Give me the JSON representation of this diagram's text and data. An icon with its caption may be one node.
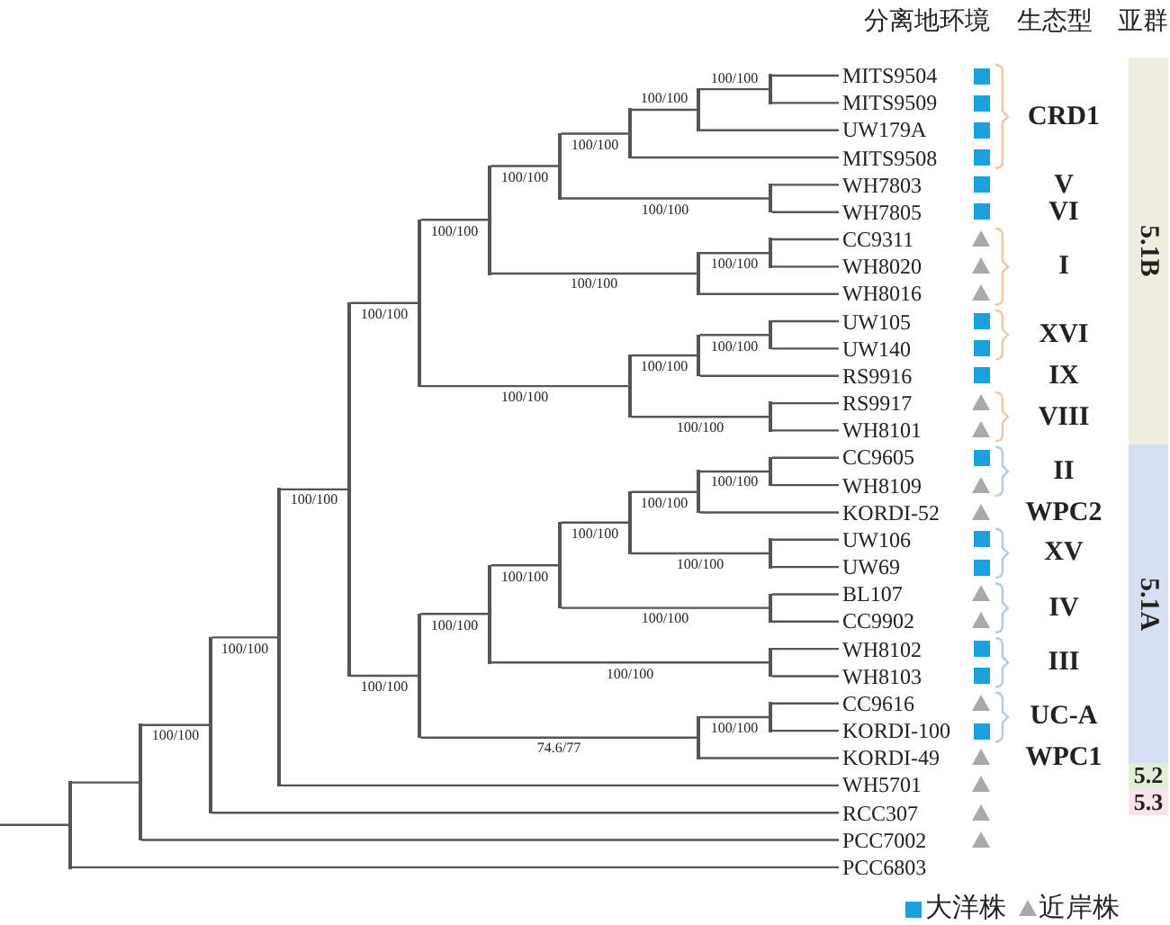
{
  "diagram": {
    "nodes": [
      {
        "text": [
          "MITS9504"
        ]
      },
      {
        "text": [
          "MITS9509"
        ]
      },
      {
        "text": [
          "UW179A"
        ]
      },
      {
        "text": [
          "MITS9508"
        ]
      },
      {
        "text": [
          "WH7803"
        ]
      },
      {
        "text": [
          "WH7805"
        ]
      },
      {
        "text": [
          "CC9311"
        ]
      },
      {
        "text": [
          "WH8020"
        ]
      },
      {
        "text": [
          "WH8016"
        ]
      },
      {
        "text": [
          "UW105"
        ]
      },
      {
        "text": [
          "UW140"
        ]
      },
      {
        "text": [
          "RS9916"
        ]
      },
      {
        "text": [
          "RS9917"
        ]
      },
      {
        "text": [
          "WH8101"
        ]
      },
      {
        "text": [
          "CC9605"
        ]
      },
      {
        "text": [
          "WH8109"
        ]
      },
      {
        "text": [
          "KORDI-52"
        ]
      },
      {
        "text": [
          "UW106"
        ]
      },
      {
        "text": [
          "UW69"
        ]
      },
      {
        "text": [
          "BL107"
        ]
      },
      {
        "text": [
          "CC9902"
        ]
      },
      {
        "text": [
          "WH8102"
        ]
      },
      {
        "text": [
          "WH8103"
        ]
      },
      {
        "text": [
          "CC9616"
        ]
      },
      {
        "text": [
          "KORDI-100"
        ]
      },
      {
        "text": [
          "KORDI-49"
        ]
      },
      {
        "text": [
          "WH5701"
        ]
      },
      {
        "text": [
          "RCC307"
        ]
      },
      {
        "text": [
          "PCC7002"
        ]
      },
      {
        "text": [
          "PCC6803"
        ]
      },
      {
        "text": [],
        "shape": "bar",
        "beside": [
          "100/100"
        ]
      },
      {
        "text": [],
        "shape": "bar",
        "beside": [
          "100/100"
        ]
      },
      {
        "text": [],
        "shape": "bar",
        "beside": [
          "100/100"
        ]
      },
      {
        "text": [],
        "shape": "bar"
      },
      {
        "text": [],
        "shape": "bar",
        "beside": [
          "100/100"
        ]
      },
      {
        "text": [],
        "shape": "bar",
        "beside": [
          "100/100"
        ]
      },
      {
        "text": [],
        "shape": "bar"
      },
      {
        "text": [],
        "shape": "bar",
        "beside": [
          "100/100"
        ]
      },
      {
        "text": [],
        "shape": "bar",
        "beside": [
          "100/100"
        ]
      },
      {
        "text": [],
        "shape": "bar",
        "beside": [
          "100/100"
        ]
      },
      {
        "text": [],
        "shape": "bar",
        "beside": [
          "100/100"
        ]
      },
      {
        "text": [],
        "shape": "bar"
      },
      {
        "text": [],
        "shape": "bar",
        "beside": [
          "100/100"
        ]
      },
      {
        "text": [],
        "shape": "bar",
        "beside": [
          "100/100"
        ]
      },
      {
        "text": [],
        "shape": "bar",
        "beside": [
          "100/100"
        ]
      },
      {
        "text": [],
        "shape": "bar",
        "beside": [
          "100/100"
        ]
      },
      {
        "text": [],
        "shape": "bar",
        "beside": [
          "100/100"
        ]
      },
      {
        "text": [],
        "shape": "bar"
      },
      {
        "text": [],
        "shape": "bar",
        "beside": [
          "100/100"
        ]
      },
      {
        "text": [],
        "shape": "bar"
      },
      {
        "text": [],
        "shape": "bar",
        "beside": [
          "100/100"
        ]
      },
      {
        "text": [],
        "shape": "bar",
        "beside": [
          "100/100"
        ]
      },
      {
        "text": [],
        "shape": "bar"
      },
      {
        "text": [],
        "shape": "bar",
        "beside": [
          "100/100"
        ]
      },
      {
        "text": [],
        "shape": "bar",
        "beside": [
          "100/100"
        ]
      },
      {
        "text": [],
        "shape": "bar",
        "beside": [
          "100/100"
        ]
      },
      {
        "text": [],
        "shape": "bar",
        "beside": [
          "100/100"
        ]
      },
      {
        "text": [],
        "shape": "bar"
      },
      {
        "text": [],
        "shape": "bar"
      },
      {
        "text": [
          "5.1B"
        ]
      },
      {
        "text": [
          "5.1A"
        ]
      },
      {
        "text": [
          "5.2"
        ]
      },
      {
        "text": [
          "5.3"
        ]
      }
    ],
    "edges": [
      {
        "from": 30,
        "to": 0,
        "arrow": "none"
      },
      {
        "from": 30,
        "to": 1,
        "arrow": "none"
      },
      {
        "from": 31,
        "to": 30,
        "arrow": "none"
      },
      {
        "from": 31,
        "to": 2,
        "arrow": "none"
      },
      {
        "from": 32,
        "to": 31,
        "arrow": "none"
      },
      {
        "from": 32,
        "to": 3,
        "arrow": "none"
      },
      {
        "from": 33,
        "to": 4,
        "arrow": "none"
      },
      {
        "from": 33,
        "to": 5,
        "arrow": "none"
      },
      {
        "from": 34,
        "to": 32,
        "arrow": "none"
      },
      {
        "from": 34,
        "to": 33,
        "arrow": "none"
      },
      {
        "from": 35,
        "to": 6,
        "arrow": "none"
      },
      {
        "from": 35,
        "to": 7,
        "arrow": "none"
      },
      {
        "from": 36,
        "to": 35,
        "arrow": "none"
      },
      {
        "from": 36,
        "to": 8,
        "arrow": "none"
      },
      {
        "from": 37,
        "to": 34,
        "arrow": "none"
      },
      {
        "from": 37,
        "to": 36,
        "arrow": "none"
      },
      {
        "from": 38,
        "to": 9,
        "arrow": "none"
      },
      {
        "from": 38,
        "to": 10,
        "arrow": "none"
      },
      {
        "from": 39,
        "to": 38,
        "arrow": "none"
      },
      {
        "from": 39,
        "to": 11,
        "arrow": "none"
      },
      {
        "from": 40,
        "to": 12,
        "arrow": "none"
      },
      {
        "from": 40,
        "to": 13,
        "arrow": "none"
      },
      {
        "from": 41,
        "to": 39,
        "arrow": "none"
      },
      {
        "from": 41,
        "to": 40,
        "arrow": "none"
      },
      {
        "from": 42,
        "to": 37,
        "arrow": "none"
      },
      {
        "from": 42,
        "to": 41,
        "arrow": "none"
      },
      {
        "from": 43,
        "to": 14,
        "arrow": "none"
      },
      {
        "from": 43,
        "to": 15,
        "arrow": "none"
      },
      {
        "from": 44,
        "to": 43,
        "arrow": "none"
      },
      {
        "from": 44,
        "to": 16,
        "arrow": "none"
      },
      {
        "from": 45,
        "to": 17,
        "arrow": "none"
      },
      {
        "from": 45,
        "to": 18,
        "arrow": "none"
      },
      {
        "from": 46,
        "to": 44,
        "arrow": "none"
      },
      {
        "from": 46,
        "to": 45,
        "arrow": "none"
      },
      {
        "from": 47,
        "to": 19,
        "arrow": "none"
      },
      {
        "from": 47,
        "to": 20,
        "arrow": "none"
      },
      {
        "from": 48,
        "to": 46,
        "arrow": "none"
      },
      {
        "from": 48,
        "to": 47,
        "arrow": "none"
      },
      {
        "from": 49,
        "to": 21,
        "arrow": "none"
      },
      {
        "from": 49,
        "to": 22,
        "arrow": "none"
      },
      {
        "from": 50,
        "to": 48,
        "arrow": "none"
      },
      {
        "from": 50,
        "to": 49,
        "arrow": "none"
      },
      {
        "from": 51,
        "to": 23,
        "arrow": "none"
      },
      {
        "from": 51,
        "to": 24,
        "arrow": "none"
      },
      {
        "from": 52,
        "to": 51,
        "arrow": "none"
      },
      {
        "from": 52,
        "to": 25,
        "arrow": "none"
      },
      {
        "from": 53,
        "to": 50,
        "arrow": "none"
      },
      {
        "from": 53,
        "to": 52,
        "arrow": "none"
      },
      {
        "from": 54,
        "to": 42,
        "arrow": "none"
      },
      {
        "from": 54,
        "to": 53,
        "arrow": "none"
      },
      {
        "from": 55,
        "to": 54,
        "arrow": "none"
      },
      {
        "from": 55,
        "to": 26,
        "arrow": "none"
      },
      {
        "from": 56,
        "to": 55,
        "arrow": "none"
      },
      {
        "from": 56,
        "to": 27,
        "arrow": "none"
      },
      {
        "from": 58,
        "to": 56,
        "arrow": "none"
      },
      {
        "from": 58,
        "to": 28,
        "arrow": "none"
      },
      {
        "from": 57,
        "to": 58,
        "arrow": "none"
      },
      {
        "from": 57,
        "to": 29,
        "arrow": "none"
      },
      {
        "from": null,
        "to": 57,
        "arrow": "none"
      }
    ],
    "labels": [
      "分离地环境",
      "生态型",
      "亚群",
      "CRD1",
      "V",
      "VI",
      "I",
      "XVI",
      "IX",
      "VIII",
      "II",
      "WPC2",
      "XV",
      "IV",
      "III",
      "UC-A",
      "WPC1",
      "100/100",
      "100/100",
      "100/100",
      "100/100",
      "100/100",
      "74.6/77"
    ],
    "legend": [
      {
        "text": "大洋株",
        "color": "#1ba1de"
      },
      {
        "text": "近岸株"
      }
    ]
  }
}
